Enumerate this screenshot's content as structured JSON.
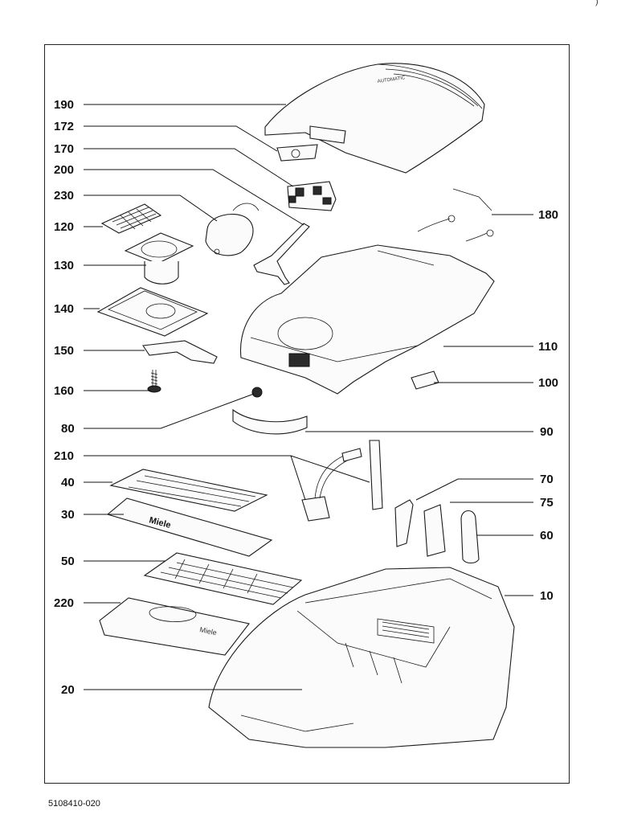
{
  "callouts": {
    "c190": "190",
    "c172": "172",
    "c170": "170",
    "c200": "200",
    "c230": "230",
    "c120": "120",
    "c130": "130",
    "c140": "140",
    "c150": "150",
    "c160": "160",
    "c80": "80",
    "c210": "210",
    "c40": "40",
    "c30": "30",
    "c50": "50",
    "c220": "220",
    "c20": "20",
    "c180": "180",
    "c110": "110",
    "c100": "100",
    "c90": "90",
    "c70": "70",
    "c75": "75",
    "c60": "60",
    "c10": "10"
  },
  "document_number": "5108410-020",
  "corner_mark": ")",
  "part_markings": {
    "filter_brand": "Miele",
    "cover_brand": "Miele"
  }
}
